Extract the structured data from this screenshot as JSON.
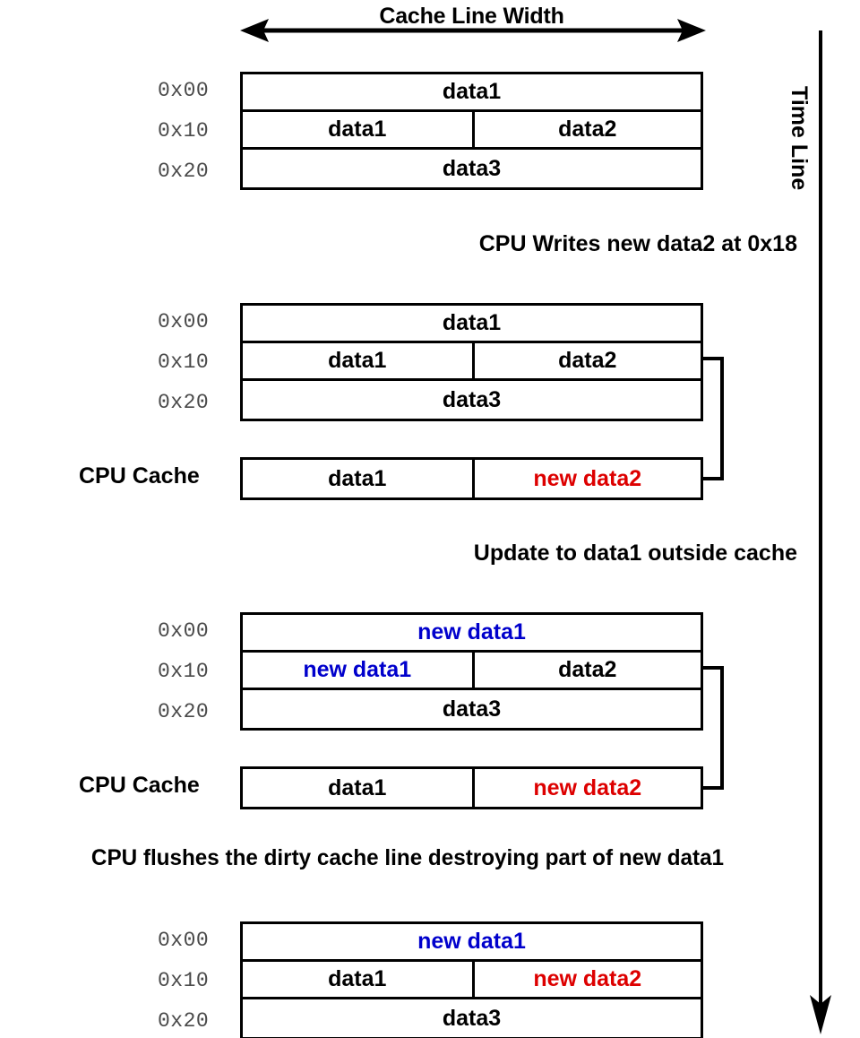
{
  "diagram": {
    "title": "Cache Line Width",
    "timeline_label": "Time Line",
    "cache_row_label": "CPU Cache",
    "addresses": [
      "0x00",
      "0x10",
      "0x20"
    ],
    "colors": {
      "text": "#000000",
      "new_data1": "#0000cc",
      "new_data2": "#dd0000",
      "address": "#4a4a4a",
      "border": "#000000",
      "background": "#ffffff"
    },
    "captions": [
      "CPU Writes new data2 at 0x18",
      "Update to data1 outside cache",
      "CPU flushes the dirty cache line destroying part of new data1"
    ],
    "blocks": [
      {
        "name": "memory-initial",
        "rows": [
          {
            "address": "0x00",
            "cells": [
              {
                "text": "data1",
                "span": "full",
                "color": "black"
              }
            ]
          },
          {
            "address": "0x10",
            "cells": [
              {
                "text": "data1",
                "span": "half",
                "color": "black"
              },
              {
                "text": "data2",
                "span": "half",
                "color": "black"
              }
            ]
          },
          {
            "address": "0x20",
            "cells": [
              {
                "text": "data3",
                "span": "full",
                "color": "black"
              }
            ]
          }
        ],
        "cache": null
      },
      {
        "name": "memory-after-cpu-write",
        "rows": [
          {
            "address": "0x00",
            "cells": [
              {
                "text": "data1",
                "span": "full",
                "color": "black"
              }
            ]
          },
          {
            "address": "0x10",
            "cells": [
              {
                "text": "data1",
                "span": "half",
                "color": "black"
              },
              {
                "text": "data2",
                "span": "half",
                "color": "black"
              }
            ]
          },
          {
            "address": "0x20",
            "cells": [
              {
                "text": "data3",
                "span": "full",
                "color": "black"
              }
            ]
          }
        ],
        "cache": {
          "label": "CPU Cache",
          "cells": [
            {
              "text": "data1",
              "color": "black"
            },
            {
              "text": "new data2",
              "color": "red"
            }
          ]
        }
      },
      {
        "name": "memory-after-external-update",
        "rows": [
          {
            "address": "0x00",
            "cells": [
              {
                "text": "new data1",
                "span": "full",
                "color": "blue"
              }
            ]
          },
          {
            "address": "0x10",
            "cells": [
              {
                "text": "new data1",
                "span": "half",
                "color": "blue"
              },
              {
                "text": "data2",
                "span": "half",
                "color": "black"
              }
            ]
          },
          {
            "address": "0x20",
            "cells": [
              {
                "text": "data3",
                "span": "full",
                "color": "black"
              }
            ]
          }
        ],
        "cache": {
          "label": "CPU Cache",
          "cells": [
            {
              "text": "data1",
              "color": "black"
            },
            {
              "text": "new data2",
              "color": "red"
            }
          ]
        }
      },
      {
        "name": "memory-after-cache-flush",
        "rows": [
          {
            "address": "0x00",
            "cells": [
              {
                "text": "new data1",
                "span": "full",
                "color": "blue"
              }
            ]
          },
          {
            "address": "0x10",
            "cells": [
              {
                "text": "data1",
                "span": "half",
                "color": "black"
              },
              {
                "text": "new data2",
                "span": "half",
                "color": "red"
              }
            ]
          },
          {
            "address": "0x20",
            "cells": [
              {
                "text": "data3",
                "span": "full",
                "color": "black"
              }
            ]
          }
        ],
        "cache": null
      }
    ]
  }
}
